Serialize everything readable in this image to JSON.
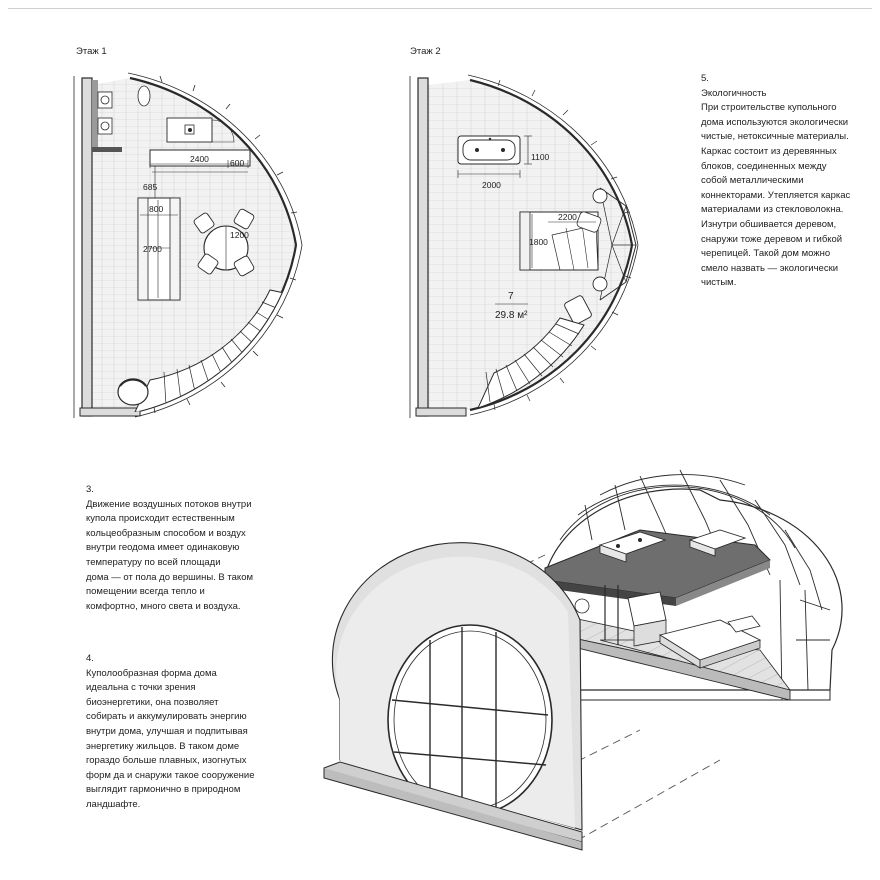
{
  "floor1": {
    "title": "Этаж 1",
    "dims": {
      "d2400": "2400",
      "d600": "600",
      "d685": "685",
      "d800": "800",
      "d1200": "1200",
      "d2700": "2700"
    }
  },
  "floor2": {
    "title": "Этаж 2",
    "dims": {
      "d1100": "1100",
      "d2000": "2000",
      "d2200": "2200",
      "d1800": "1800"
    },
    "room_number": "7",
    "room_area": "29.8 м²"
  },
  "notes": {
    "n5": {
      "number": "5.",
      "lines": [
        "Экологичность",
        "При строительстве купольного",
        "дома используются экологически",
        "чистые, нетоксичные материалы.",
        "Каркас состоит из деревянных",
        "блоков, соединенных между",
        "собой металлическими",
        "коннекторами. Утепляется каркас",
        "материалами из стекловолокна.",
        "Изнутри обшивается деревом,",
        "снаружи тоже деревом и гибкой",
        "черепицей. Такой дом можно",
        "смело назвать — экологически",
        "чистым."
      ]
    },
    "n3": {
      "number": "3.",
      "lines": [
        "Движение воздушных потоков внутри",
        "купола происходит естественным",
        "кольцеобразным способом и воздух",
        "внутри геодома имеет одинаковую",
        "температуру по всей площади",
        "дома — от пола до вершины. В таком",
        "помещении всегда тепло и",
        "комфортно, много света и воздуха."
      ]
    },
    "n4": {
      "number": "4.",
      "lines": [
        "Куполообразная форма дома",
        "идеальна с точки зрения",
        "биоэнергетики, она позволяет",
        "собирать и аккумулировать энергию",
        "внутри дома, улучшая и подпитывая",
        "энергетику жильцов. В таком доме",
        "гораздо больше плавных, изогнутых",
        "форм да и снаружи такое сооружение",
        "выглядит гармонично в природном",
        "ландшафте."
      ]
    }
  },
  "colors": {
    "line": "#2a2a2a",
    "wall": "#d9d9d9",
    "floor": "#efefef",
    "wood": "#cfcfcf"
  }
}
